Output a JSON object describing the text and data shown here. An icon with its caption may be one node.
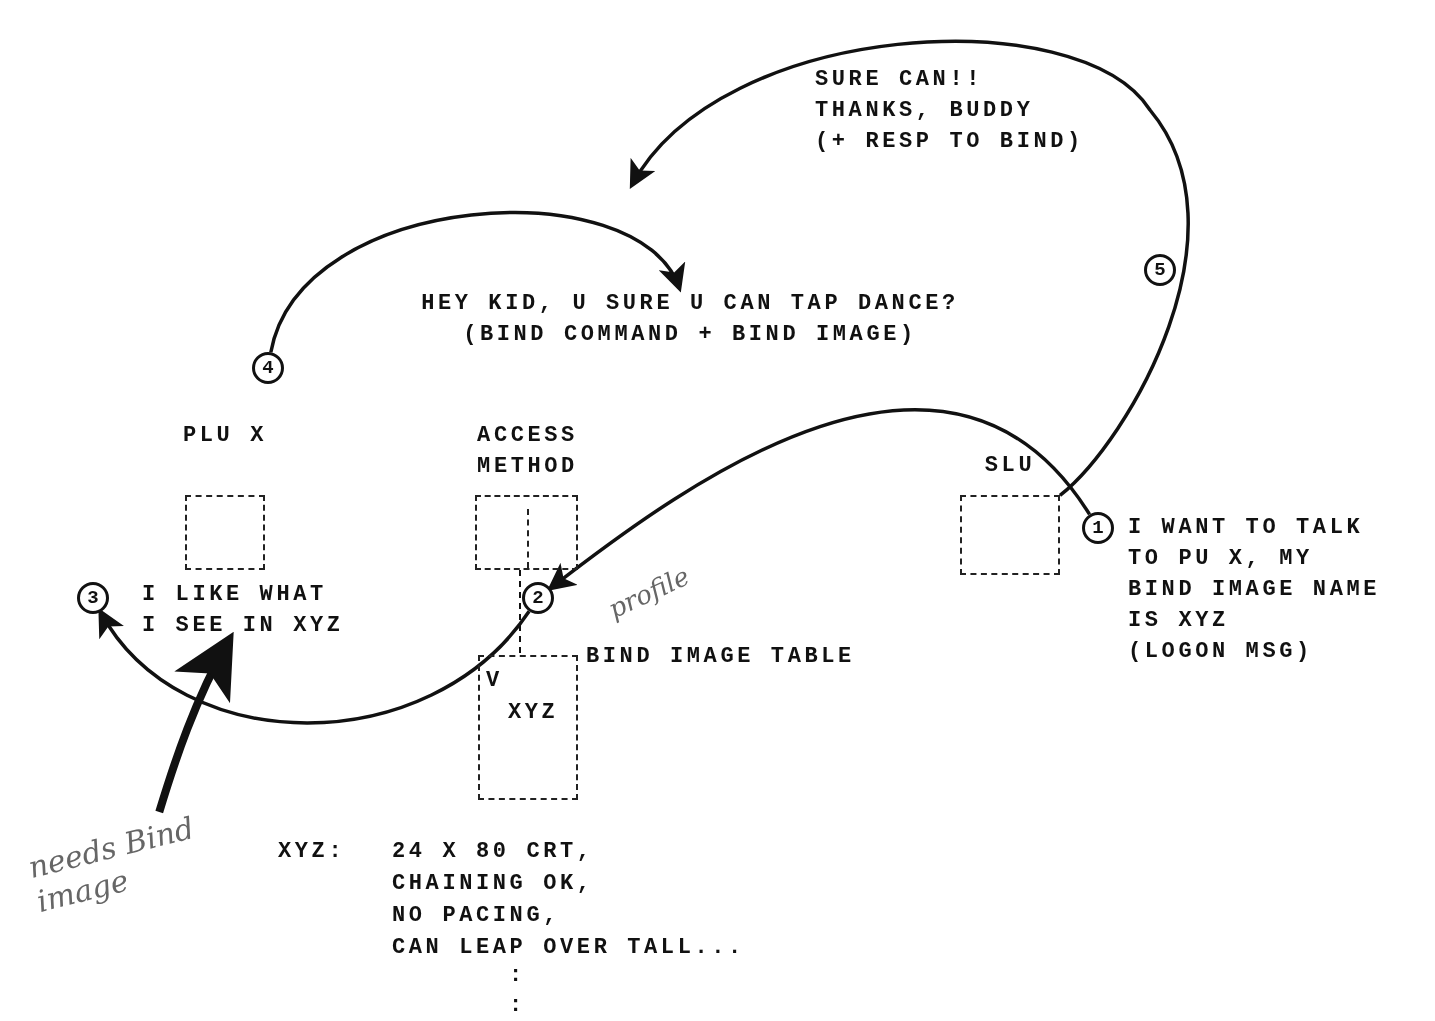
{
  "diagram": {
    "nodes": [
      {
        "text": [
          "PLU X"
        ]
      },
      {
        "text": [
          "ACCESS METHOD"
        ]
      },
      {
        "text": [
          "V",
          "XYZ"
        ],
        "beside": [
          "BIND IMAGE TABLE"
        ]
      },
      {
        "text": [
          "SLU"
        ]
      },
      {
        "text": [
          "1"
        ],
        "beside": [
          "I WANT TO TALK TO PU X, MY BIND IMAGE NAME IS XYZ",
          "(LOGON MSG)"
        ]
      },
      {
        "text": [
          "2"
        ]
      },
      {
        "text": [
          "3"
        ]
      },
      {
        "text": [
          "4"
        ]
      },
      {
        "text": [
          "HEY KID, U SURE U CAN TAP DANCE?",
          "(BIND COMMAND + BIND IMAGE)"
        ]
      },
      {
        "text": [
          "5"
        ]
      },
      {
        "text": [
          "SURE CAN!!",
          "THANKS, BUDDY",
          "(+ RESP TO BIND)"
        ]
      },
      {
        "text": [
          "needs Bind image"
        ]
      },
      {
        "text": [
          "I LIKE WHAT I SEE IN XYZ"
        ]
      }
    ],
    "edges": [
      {
        "from": 4,
        "to": 5,
        "arrow": "to"
      },
      {
        "from": 5,
        "to": 6,
        "arrow": "to"
      },
      {
        "from": 7,
        "to": 8,
        "arrow": "to"
      },
      {
        "from": 3,
        "to": null,
        "arrow": "to"
      },
      {
        "from": 11,
        "to": 12,
        "arrow": "to",
        "style": "thick"
      },
      {
        "from": 1,
        "to": 2,
        "arrow": "none",
        "style": "dashed"
      }
    ],
    "labels": [
      "profile",
      "XYZ:",
      "24 X 80 CRT,",
      "CHAINING OK,",
      "NO PACING,",
      "CAN LEAP OVER TALL...",
      ":",
      ":"
    ]
  }
}
